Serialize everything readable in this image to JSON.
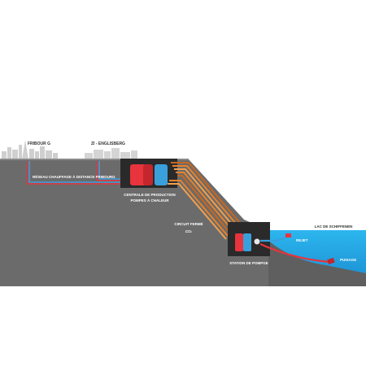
{
  "labels": {
    "city_fribourg": "FRIBOUR G",
    "city_zi": "ZI - ENGLISBERG",
    "network": "RÉSEAU CHAUFFAGE À DISTANCE FRIBOURG",
    "plant_line1": "CENTRALE DE PRODUCTION",
    "plant_line2": "POMPES À CHALEUR",
    "loop_line1": "CIRCUIT FERMÉ",
    "loop_line2": "CO₂",
    "pump_station": "STATION DE POMPGE",
    "lake": "LAC DE SCHIFFENEN",
    "discharge": "REJET",
    "intake": "PUISAGE"
  },
  "colors": {
    "background": "#ffffff",
    "ground": "#6b6b6b",
    "bunker": "#2a2a2a",
    "hot": "#e8343c",
    "cold": "#3aa0dc",
    "loop": "#e8822a",
    "lake": "#1ea2dd"
  }
}
